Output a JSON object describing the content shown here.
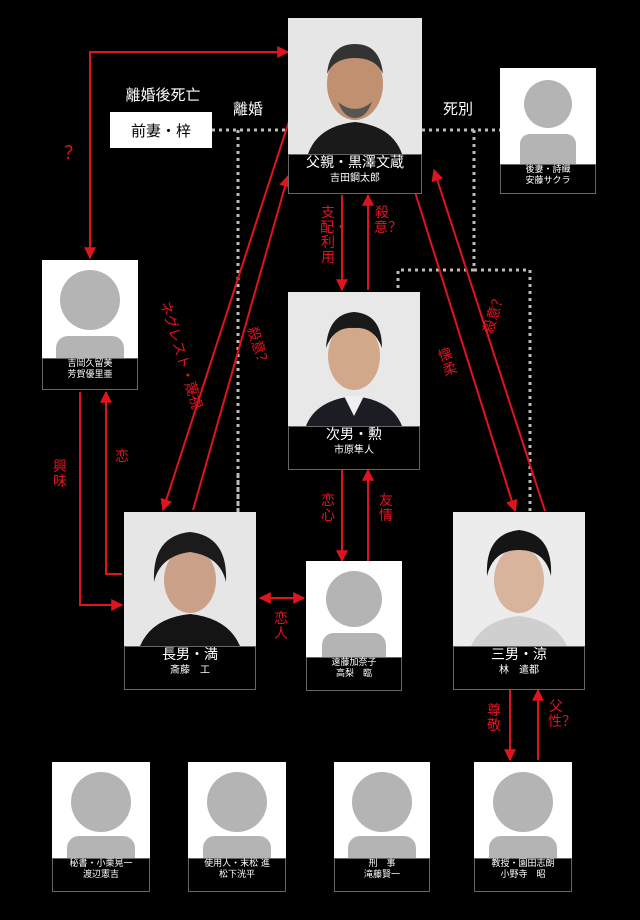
{
  "colors": {
    "background": "#000000",
    "relation": "#e0141e",
    "dotted": "#bbbbbb"
  },
  "people": {
    "father": {
      "role": "父親・黒澤文蔵",
      "actor": "吉田鋼太郎"
    },
    "exwife": {
      "role": "前妻・梓",
      "note": "離婚後死亡"
    },
    "second_wife": {
      "role": "後妻・詩織",
      "actor": "安藤サクラ"
    },
    "yoshioka": {
      "role": "吉岡久留美",
      "actor": "芳賀優里亜"
    },
    "jiro": {
      "role": "次男・勲",
      "actor": "市原隼人"
    },
    "choko": {
      "role": "長男・満",
      "actor": "斎藤　工"
    },
    "endo": {
      "role": "遠藤加奈子",
      "actor": "高梨　臨"
    },
    "sabu": {
      "role": "三男・涼",
      "actor": "林　遣都"
    },
    "secretary": {
      "role": "秘書・小栗晃一",
      "actor": "渡辺憲吉"
    },
    "servant": {
      "role": "使用人・末松 進",
      "actor": "松下洸平"
    },
    "detective": {
      "role": "刑　事",
      "actor": "滝藤賢一"
    },
    "professor": {
      "role": "教授・園田志朗",
      "actor": "小野寺　昭"
    }
  },
  "relations": {
    "divorce": "離婚",
    "bereaved": "死別",
    "question": "？",
    "neglect": "ネグレスト・蔑視",
    "murder1": "殺意？",
    "control": "支配・利用",
    "murder2": "殺意？",
    "kaijuu": "懐柔",
    "murder3": "殺意？",
    "interest": "興味",
    "love1": "恋",
    "lovers": "恋人",
    "koigokoro": "恋心",
    "friendship": "友情",
    "respect": "尊敬",
    "paternity": "父性？"
  }
}
